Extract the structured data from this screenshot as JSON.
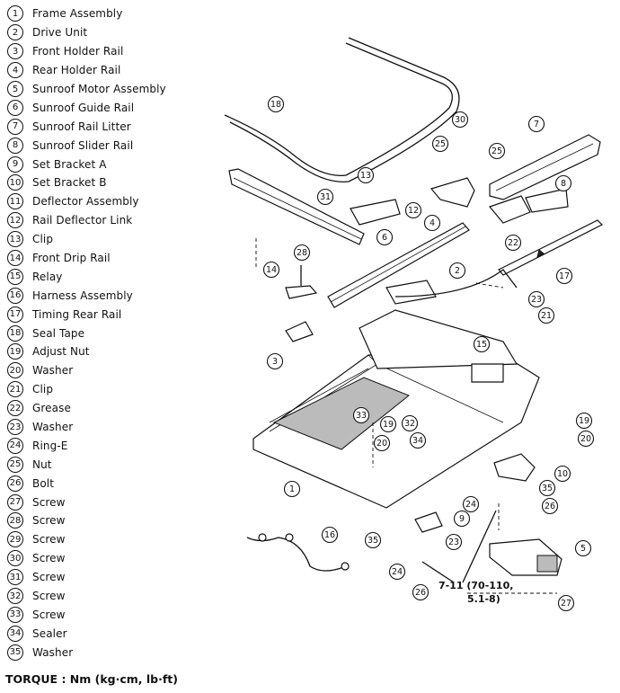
{
  "legend": [
    {
      "num": "1",
      "label": "Frame Assembly"
    },
    {
      "num": "2",
      "label": "Drive Unit"
    },
    {
      "num": "3",
      "label": "Front Holder Rail"
    },
    {
      "num": "4",
      "label": "Rear Holder Rail"
    },
    {
      "num": "5",
      "label": "Sunroof Motor Assembly"
    },
    {
      "num": "6",
      "label": "Sunroof Guide Rail"
    },
    {
      "num": "7",
      "label": "Sunroof Rail Litter"
    },
    {
      "num": "8",
      "label": "Sunroof Slider Rail"
    },
    {
      "num": "9",
      "label": "Set Bracket A"
    },
    {
      "num": "10",
      "label": "Set Bracket B"
    },
    {
      "num": "11",
      "label": "Deflector Assembly"
    },
    {
      "num": "12",
      "label": "Rail Deflector Link"
    },
    {
      "num": "13",
      "label": "Clip"
    },
    {
      "num": "14",
      "label": "Front Drip Rail"
    },
    {
      "num": "15",
      "label": "Relay"
    },
    {
      "num": "16",
      "label": "Harness Assembly"
    },
    {
      "num": "17",
      "label": "Timing Rear Rail"
    },
    {
      "num": "18",
      "label": "Seal Tape"
    },
    {
      "num": "19",
      "label": "Adjust Nut"
    },
    {
      "num": "20",
      "label": "Washer"
    },
    {
      "num": "21",
      "label": "Clip"
    },
    {
      "num": "22",
      "label": "Grease"
    },
    {
      "num": "23",
      "label": "Washer"
    },
    {
      "num": "24",
      "label": "Ring-E"
    },
    {
      "num": "25",
      "label": "Nut"
    },
    {
      "num": "26",
      "label": "Bolt"
    },
    {
      "num": "27",
      "label": "Screw"
    },
    {
      "num": "28",
      "label": "Screw"
    },
    {
      "num": "29",
      "label": "Screw"
    },
    {
      "num": "30",
      "label": "Screw"
    },
    {
      "num": "31",
      "label": "Screw"
    },
    {
      "num": "32",
      "label": "Screw"
    },
    {
      "num": "33",
      "label": "Screw"
    },
    {
      "num": "34",
      "label": "Sealer"
    },
    {
      "num": "35",
      "label": "Washer"
    }
  ],
  "torque_note": "TORQUE : Nm (kg·cm, lb·ft)",
  "torque_spec": {
    "line1": "7-11 (70-110,",
    "line2": "5.1-8)"
  },
  "callouts": [
    "18",
    "30",
    "7",
    "25",
    "25",
    "13",
    "31",
    "12",
    "4",
    "8",
    "22",
    "6",
    "2",
    "28",
    "14",
    "17",
    "23",
    "21",
    "3",
    "15",
    "33",
    "19",
    "32",
    "20",
    "34",
    "19",
    "20",
    "10",
    "35",
    "1",
    "24",
    "26",
    "9",
    "16",
    "35",
    "23",
    "24",
    "5",
    "26",
    "27"
  ]
}
